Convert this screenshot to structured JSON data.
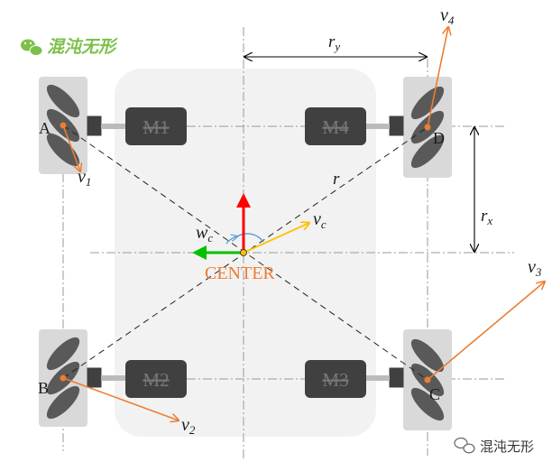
{
  "header": {
    "brand_text": "混沌无形",
    "brand_color": "#7cc04a",
    "icon": "wechat-icon"
  },
  "footer": {
    "brand_text": "混沌无形",
    "icon": "wechat-icon"
  },
  "motors": {
    "m1": "M1",
    "m2": "M2",
    "m3": "M3",
    "m4": "M4"
  },
  "wheels": {
    "a": "A",
    "b": "B",
    "c": "C",
    "d": "D"
  },
  "velocities": {
    "v1": {
      "base": "v",
      "sub": "1"
    },
    "v2": {
      "base": "v",
      "sub": "2"
    },
    "v3": {
      "base": "v",
      "sub": "3"
    },
    "v4": {
      "base": "v",
      "sub": "4"
    },
    "vc": {
      "base": "v",
      "sub": "c"
    },
    "wc": {
      "base": "w",
      "sub": "c"
    }
  },
  "dimensions": {
    "ry": {
      "base": "r",
      "sub": "y"
    },
    "rx": {
      "base": "r",
      "sub": "x"
    },
    "r": "r"
  },
  "center_label": "CENTER",
  "colors": {
    "velocity_arrow": "#ed7d31",
    "center_label": "#ed7d31",
    "axis_red": "#ff0000",
    "axis_green": "#00c000",
    "vc_arrow": "#ffc000",
    "rotation_arc": "#5b9bd5",
    "motor_fill": "#404040",
    "chassis_fill": "#f2f2f2",
    "wheel_fill": "#d9d9d9",
    "roller_fill": "#595959"
  }
}
